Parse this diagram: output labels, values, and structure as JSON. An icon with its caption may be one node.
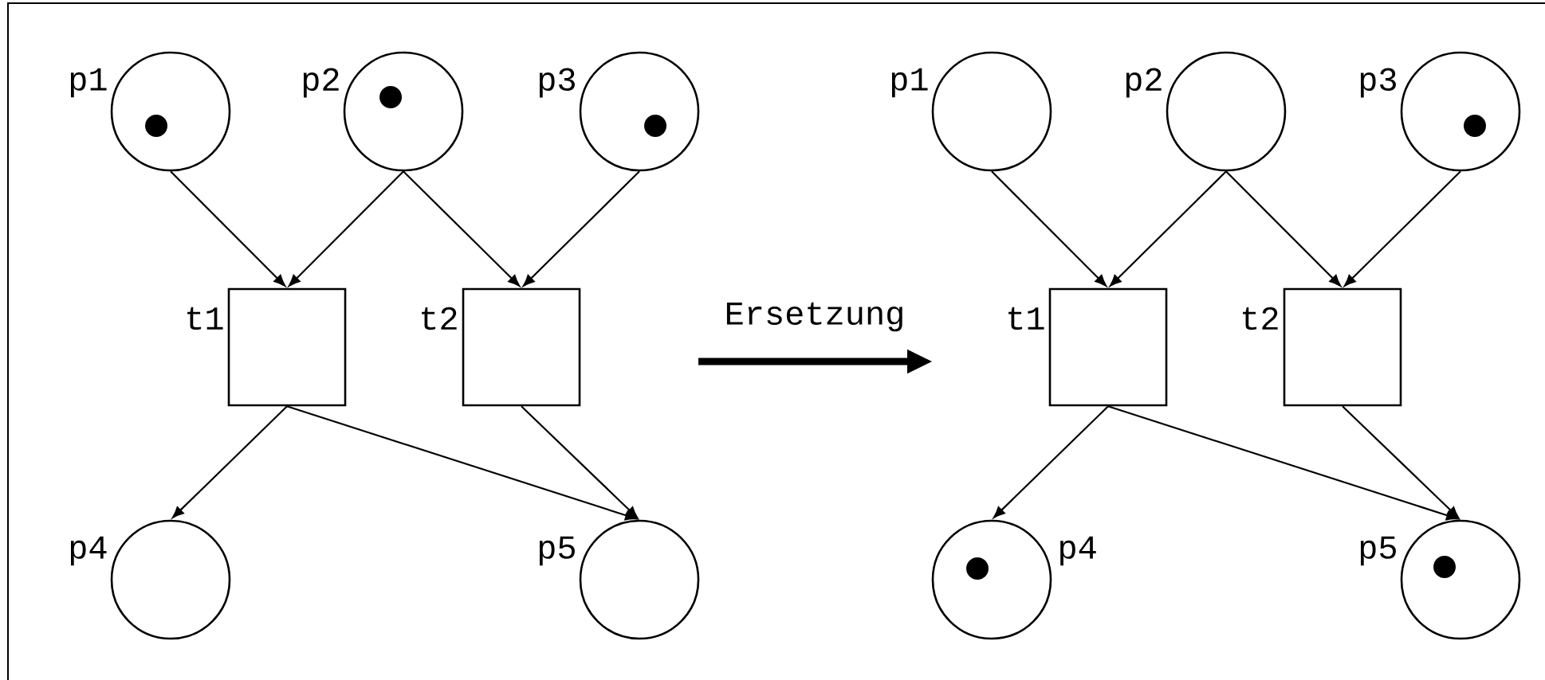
{
  "diagram": {
    "nodes": [
      {
        "text": [],
        "shape": "circle",
        "beside": [
          "p1"
        ]
      },
      {
        "text": [],
        "shape": "dot",
        "in": 0
      },
      {
        "text": [],
        "shape": "circle",
        "beside": [
          "p2"
        ]
      },
      {
        "text": [],
        "shape": "dot",
        "in": 2
      },
      {
        "text": [],
        "shape": "circle",
        "beside": [
          "p3"
        ]
      },
      {
        "text": [],
        "shape": "dot",
        "in": 4
      },
      {
        "text": [],
        "shape": "box",
        "beside": [
          "t1"
        ]
      },
      {
        "text": [],
        "shape": "box",
        "beside": [
          "t2"
        ]
      },
      {
        "text": [],
        "shape": "circle",
        "beside": [
          "p4"
        ]
      },
      {
        "text": [],
        "shape": "circle",
        "beside": [
          "p5"
        ]
      },
      {
        "text": [],
        "shape": "circle",
        "beside": [
          "p1"
        ]
      },
      {
        "text": [],
        "shape": "circle",
        "beside": [
          "p2"
        ]
      },
      {
        "text": [],
        "shape": "circle",
        "beside": [
          "p3"
        ]
      },
      {
        "text": [],
        "shape": "dot",
        "in": 12
      },
      {
        "text": [],
        "shape": "box",
        "beside": [
          "t1"
        ]
      },
      {
        "text": [],
        "shape": "box",
        "beside": [
          "t2"
        ]
      },
      {
        "text": [],
        "shape": "circle",
        "beside": [
          "p4"
        ]
      },
      {
        "text": [],
        "shape": "dot",
        "in": 16
      },
      {
        "text": [],
        "shape": "circle",
        "beside": [
          "p5"
        ]
      },
      {
        "text": [],
        "shape": "dot",
        "in": 18
      }
    ],
    "edges": [
      {
        "from": 0,
        "to": 6,
        "arrow": "to"
      },
      {
        "from": 2,
        "to": 6,
        "arrow": "to"
      },
      {
        "from": 2,
        "to": 7,
        "arrow": "to"
      },
      {
        "from": 4,
        "to": 7,
        "arrow": "to"
      },
      {
        "from": 6,
        "to": 8,
        "arrow": "to"
      },
      {
        "from": 6,
        "to": 9,
        "arrow": "to"
      },
      {
        "from": 7,
        "to": 9,
        "arrow": "to"
      },
      {
        "from": 10,
        "to": 14,
        "arrow": "to"
      },
      {
        "from": 11,
        "to": 14,
        "arrow": "to"
      },
      {
        "from": 11,
        "to": 15,
        "arrow": "to"
      },
      {
        "from": 12,
        "to": 15,
        "arrow": "to"
      },
      {
        "from": 14,
        "to": 16,
        "arrow": "to"
      },
      {
        "from": 14,
        "to": 18,
        "arrow": "to"
      },
      {
        "from": 15,
        "to": 18,
        "arrow": "to"
      }
    ],
    "labels": [
      "Ersetzung"
    ]
  }
}
